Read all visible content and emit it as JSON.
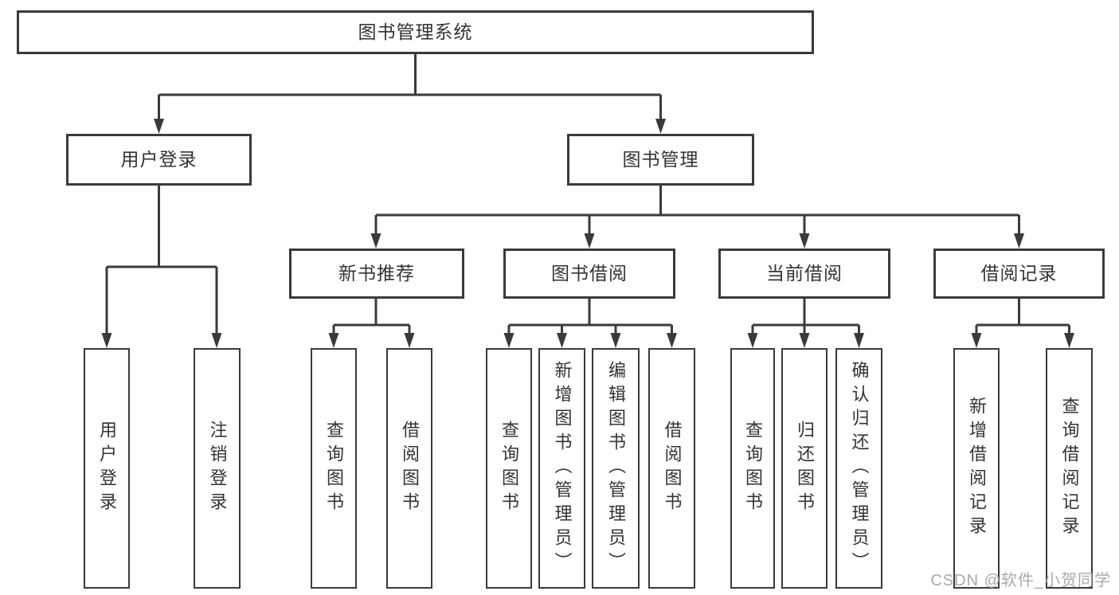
{
  "diagram": {
    "watermark": "CSDN @软件_小贺同学",
    "colors": {
      "line": "#3a3a3a",
      "text": "#333333",
      "background": "#ffffff",
      "watermark": "#a9a9af"
    },
    "tree": {
      "label": "图书管理系统",
      "children": [
        {
          "label": "用户登录",
          "children": [
            {
              "label": "用户登录"
            },
            {
              "label": "注销登录"
            }
          ]
        },
        {
          "label": "图书管理",
          "children": [
            {
              "label": "新书推荐",
              "children": [
                {
                  "label": "查询图书"
                },
                {
                  "label": "借阅图书"
                }
              ]
            },
            {
              "label": "图书借阅",
              "children": [
                {
                  "label": "查询图书"
                },
                {
                  "label": "新增图书（管理员）"
                },
                {
                  "label": "编辑图书（管理员）"
                },
                {
                  "label": "借阅图书"
                }
              ]
            },
            {
              "label": "当前借阅",
              "children": [
                {
                  "label": "查询图书"
                },
                {
                  "label": "归还图书"
                },
                {
                  "label": "确认归还（管理员）"
                }
              ]
            },
            {
              "label": "借阅记录",
              "children": [
                {
                  "label": "新增借阅记录"
                },
                {
                  "label": "查询借阅记录"
                }
              ]
            }
          ]
        }
      ]
    }
  }
}
